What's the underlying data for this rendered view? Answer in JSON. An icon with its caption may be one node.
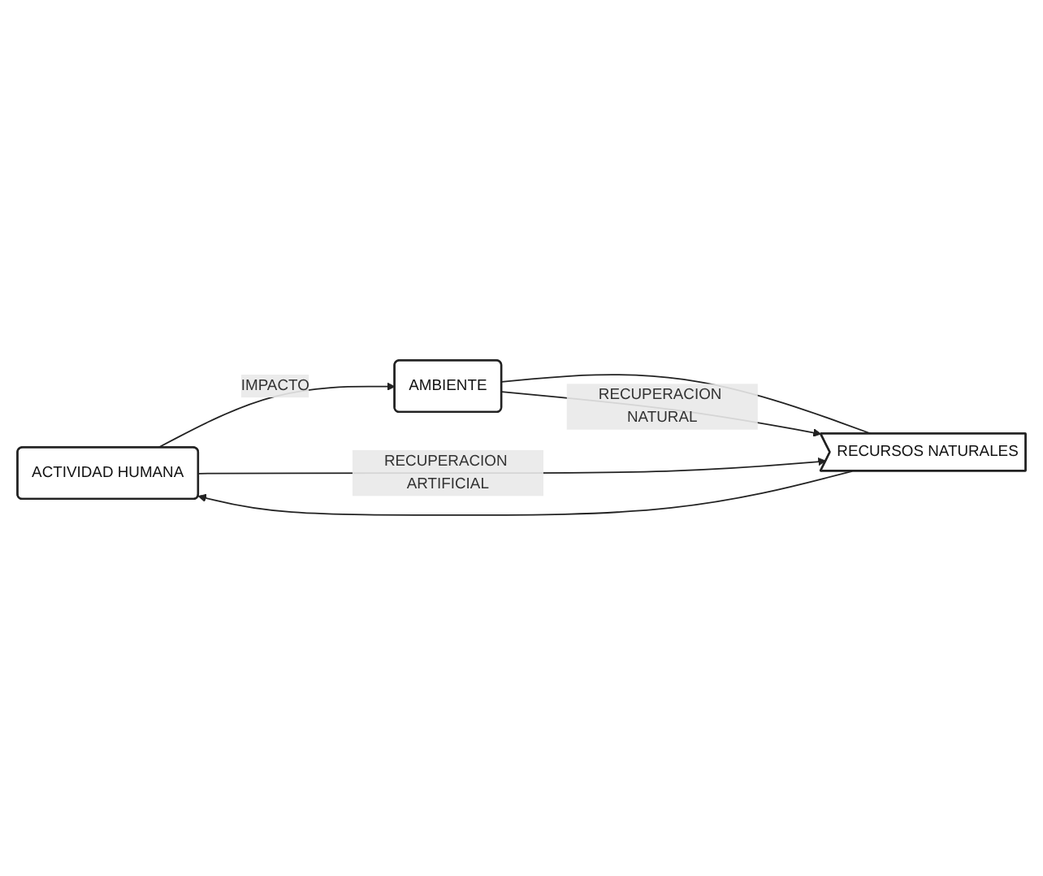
{
  "diagram": {
    "nodes": [
      {
        "text": [
          "ACTIVIDAD HUMANA"
        ]
      },
      {
        "text": [
          "AMBIENTE"
        ]
      },
      {
        "text": [
          "RECURSOS NATURALES"
        ]
      }
    ],
    "edges": [
      {
        "from": 0,
        "to": 1,
        "arrow": "to",
        "label": "IMPACTO"
      },
      {
        "from": 1,
        "to": 2,
        "arrow": "none"
      },
      {
        "from": 2,
        "to": 0,
        "arrow": "to"
      },
      {
        "from": 0,
        "to": 2,
        "arrow": "to",
        "label": "RECUPERACION ARTIFICIAL"
      },
      {
        "from": 1,
        "to": 2,
        "arrow": "to",
        "label": "RECUPERACION NATURAL"
      }
    ]
  }
}
